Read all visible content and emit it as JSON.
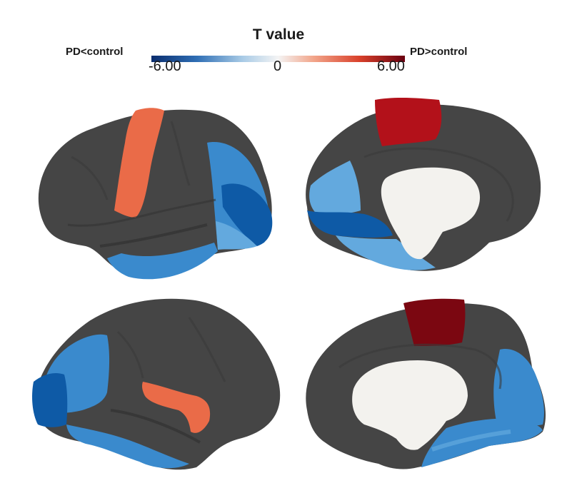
{
  "legend": {
    "title": "T value",
    "left_label": "PD<control",
    "right_label": "PD>control",
    "ticks": [
      "-6.00",
      "0",
      "6.00"
    ],
    "colormap": [
      "#0a2d6e",
      "#2f6fb5",
      "#a9cbe6",
      "#f4f4f4",
      "#f2a58a",
      "#d9412b",
      "#6a0010"
    ]
  },
  "colors": {
    "cortex": "#454545",
    "medial_wall": "#f3f2ee",
    "blue_light": "#63a9de",
    "blue_mid": "#3a8acd",
    "blue_dark": "#0e5aa6",
    "orange": "#ea6b48",
    "red": "#b3111a",
    "dark_red": "#7b0711"
  },
  "views": [
    {
      "name": "left-lateral",
      "label": ""
    },
    {
      "name": "left-medial",
      "label": ""
    },
    {
      "name": "right-lateral",
      "label": ""
    },
    {
      "name": "right-medial",
      "label": ""
    }
  ],
  "chart_data": {
    "type": "heatmap",
    "title": "T value",
    "colorbar": {
      "min": -6.0,
      "max": 6.0,
      "ticks": [
        -6.0,
        0,
        6.0
      ],
      "tick_labels": [
        "-6.00",
        "0",
        "6.00"
      ],
      "low_label": "PD<control",
      "high_label": "PD>control",
      "colormap": "blue-white-red (diverging)"
    },
    "views": [
      {
        "view": "lateral (top-left)",
        "regions": [
          {
            "region": "precentral strip",
            "color": "orange",
            "approx_t": 3.5
          },
          {
            "region": "lateral occipital (upper)",
            "color": "mid blue",
            "approx_t": -3.5
          },
          {
            "region": "occipital pole",
            "color": "dark blue",
            "approx_t": -5.0
          },
          {
            "region": "inferior temporal",
            "color": "mid blue",
            "approx_t": -3.5
          },
          {
            "region": "occipital ventral",
            "color": "light blue",
            "approx_t": -2.5
          }
        ]
      },
      {
        "view": "medial (top-right)",
        "regions": [
          {
            "region": "paracentral",
            "color": "red",
            "approx_t": 5.0
          },
          {
            "region": "cuneus",
            "color": "light blue",
            "approx_t": -2.5
          },
          {
            "region": "lingual",
            "color": "dark blue",
            "approx_t": -4.5
          },
          {
            "region": "fusiform/parahippocampal",
            "color": "light blue",
            "approx_t": -2.5
          }
        ]
      },
      {
        "view": "lateral (bottom-left)",
        "regions": [
          {
            "region": "superior temporal/transverse",
            "color": "orange",
            "approx_t": 3.8
          },
          {
            "region": "inferior parietal/lateral occipital",
            "color": "mid blue",
            "approx_t": -3.0
          },
          {
            "region": "occipital pole",
            "color": "dark blue",
            "approx_t": -5.0
          },
          {
            "region": "inferior temporal",
            "color": "mid blue",
            "approx_t": -3.0
          }
        ]
      },
      {
        "view": "medial (bottom-right)",
        "regions": [
          {
            "region": "paracentral",
            "color": "dark red",
            "approx_t": 6.0
          },
          {
            "region": "cuneus/pericalcarine",
            "color": "mid blue",
            "approx_t": -3.0
          },
          {
            "region": "lingual",
            "color": "mid blue",
            "approx_t": -3.0
          },
          {
            "region": "fusiform",
            "color": "light blue",
            "approx_t": -2.5
          }
        ]
      }
    ]
  }
}
